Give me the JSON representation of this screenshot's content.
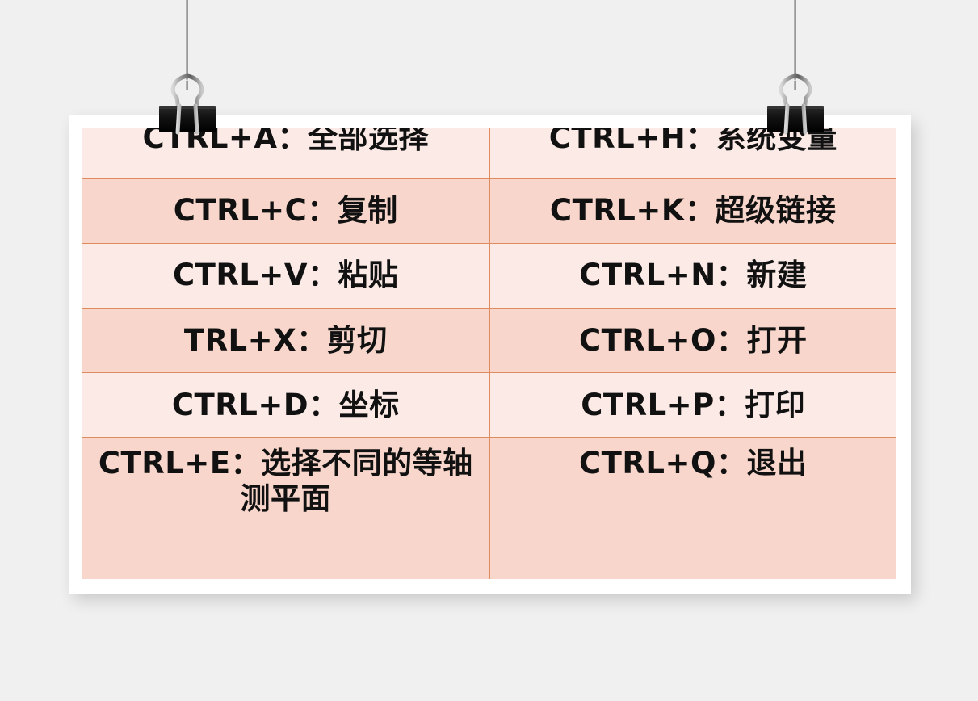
{
  "slide": {
    "background_color": "#F0F0F0",
    "card_color": "#FFFFFF",
    "accent_line_color": "#E08B5E",
    "row_color_light": "#FBEAE5",
    "row_color_dark": "#F8D6CB",
    "text_color": "#111111"
  },
  "decorations": [
    {
      "name": "binder-clip-left",
      "label": "binder-clip-icon"
    },
    {
      "name": "binder-clip-right",
      "label": "binder-clip-icon"
    },
    {
      "name": "hanging-thread-left",
      "label": "thread-line"
    },
    {
      "name": "hanging-thread-right",
      "label": "thread-line"
    }
  ],
  "table": {
    "columns": 2,
    "rows": [
      {
        "shade": "light",
        "left": "CTRL+A：全部选择",
        "right": "CTRL+H：系统变量"
      },
      {
        "shade": "dark",
        "left": "CTRL+C：复制",
        "right": "CTRL+K：超级链接"
      },
      {
        "shade": "light",
        "left": "CTRL+V：粘贴",
        "right": "CTRL+N：新建"
      },
      {
        "shade": "dark",
        "left": "TRL+X：剪切",
        "right": "CTRL+O：打开"
      },
      {
        "shade": "light",
        "left": "CTRL+D：坐标",
        "right": "CTRL+P：打印"
      },
      {
        "shade": "dark",
        "left": "CTRL+E：选择不同的等轴测平面",
        "right": "CTRL+Q：退出"
      }
    ]
  }
}
